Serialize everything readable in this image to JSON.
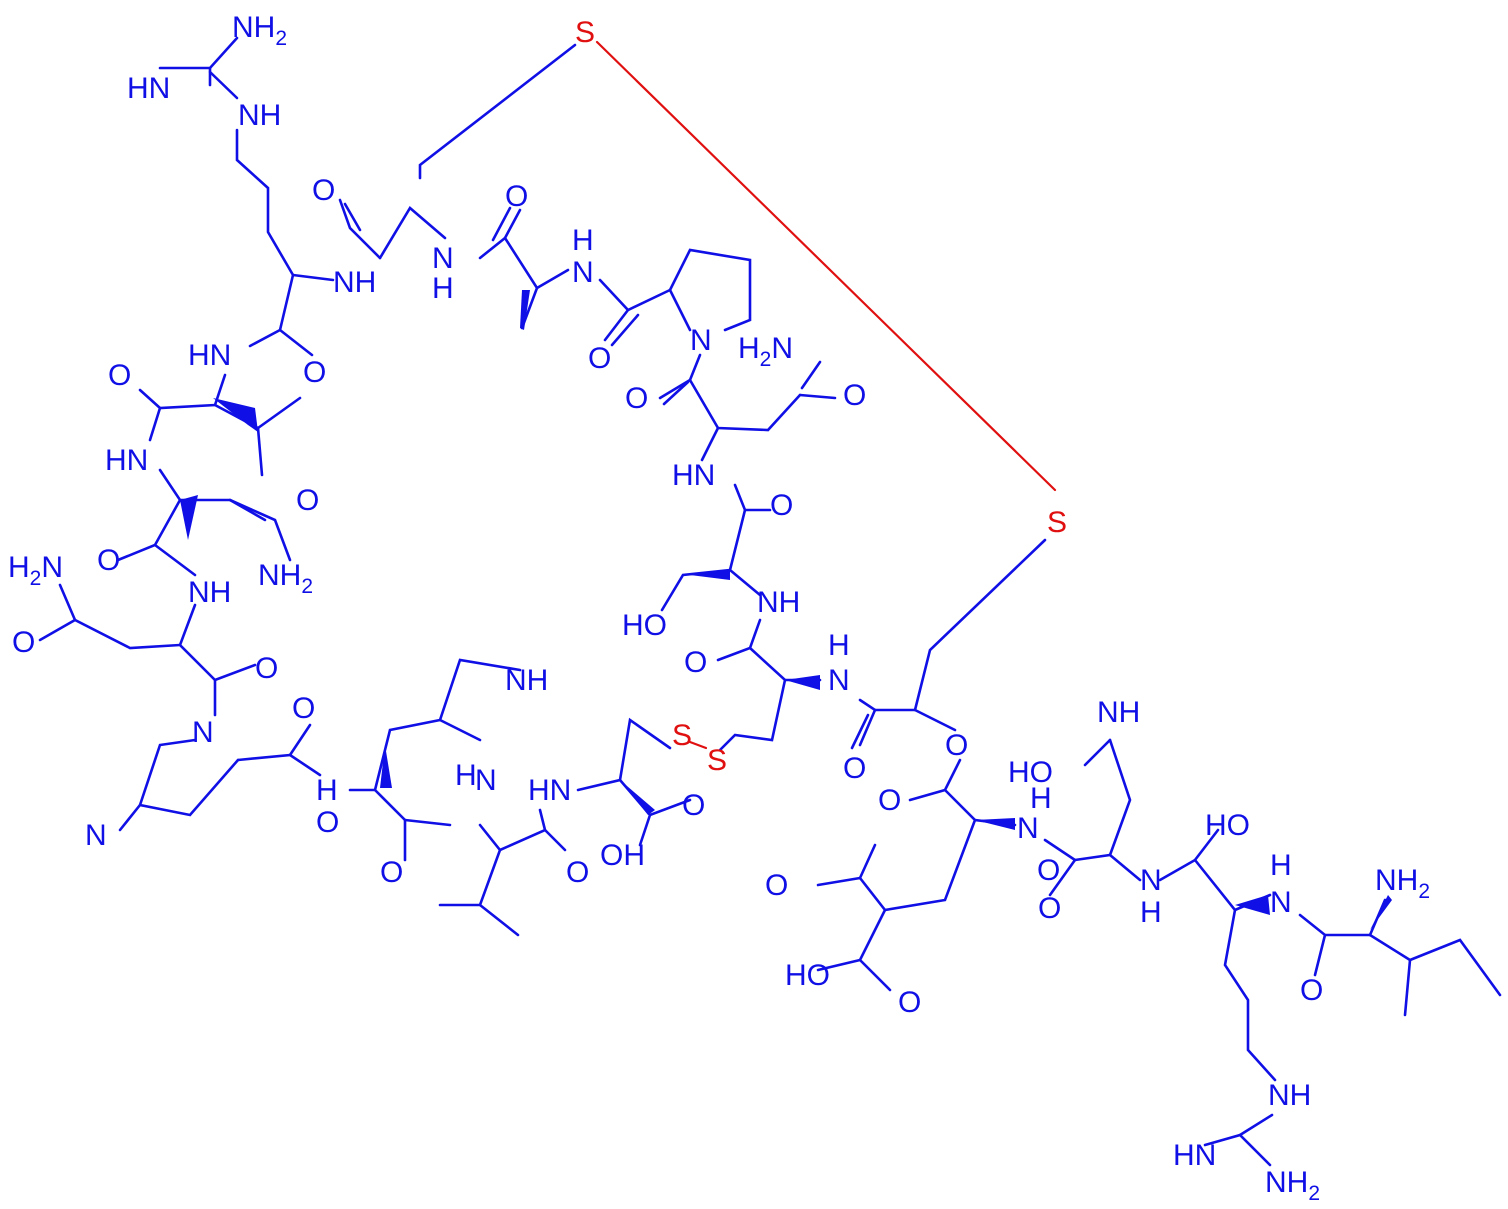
{
  "diagram": {
    "type": "chemical-structure",
    "colors": {
      "atoms_bonds": "#1010e6",
      "sulfur": "#e01010",
      "background": "#ffffff"
    },
    "labels": [
      {
        "id": "s_top",
        "text": "S",
        "color": "sulfur"
      },
      {
        "id": "s_right",
        "text": "S",
        "color": "sulfur"
      },
      {
        "id": "s_ss1",
        "text": "S",
        "color": "sulfur"
      },
      {
        "id": "s_ss2",
        "text": "S",
        "color": "sulfur"
      },
      {
        "id": "nh2_argtop",
        "text": "NH",
        "sub": "2"
      },
      {
        "id": "hn_argtop",
        "text": "HN"
      },
      {
        "id": "nh_argtop",
        "text": "NH"
      },
      {
        "id": "o_cys_top",
        "text": "O"
      },
      {
        "id": "nh_arg_r",
        "text": "NH"
      },
      {
        "id": "n_ala_top",
        "text": "N"
      },
      {
        "id": "h_ala_top",
        "text": "H"
      },
      {
        "id": "o_ala",
        "text": "O"
      },
      {
        "id": "h_ala_n",
        "text": "H"
      },
      {
        "id": "n_ala_n",
        "text": "N"
      },
      {
        "id": "hn_val",
        "text": "HN"
      },
      {
        "id": "o_arg",
        "text": "O"
      },
      {
        "id": "o_pro_c",
        "text": "O"
      },
      {
        "id": "n_pro",
        "text": "N"
      },
      {
        "id": "h2n_asn_r",
        "text": "H",
        "sub": "2",
        "after": "N"
      },
      {
        "id": "o_val",
        "text": "O"
      },
      {
        "id": "o_asn_r_co",
        "text": "O"
      },
      {
        "id": "o_asn_r_side",
        "text": "O"
      },
      {
        "id": "hn_asn_l",
        "text": "HN"
      },
      {
        "id": "o_asn_l_side",
        "text": "O"
      },
      {
        "id": "hn_asn_r",
        "text": "HN"
      },
      {
        "id": "o_ser_co",
        "text": "O"
      },
      {
        "id": "h2n_gln",
        "text": "H",
        "sub": "2",
        "after": "N"
      },
      {
        "id": "o_asn_l_co",
        "text": "O"
      },
      {
        "id": "nh2_asn_l",
        "text": "NH",
        "sub": "2"
      },
      {
        "id": "nh_asn",
        "text": "NH"
      },
      {
        "id": "o_gln_side",
        "text": "O"
      },
      {
        "id": "ho_ser",
        "text": "HO"
      },
      {
        "id": "nh_ser",
        "text": "NH"
      },
      {
        "id": "o_hyp_co",
        "text": "O"
      },
      {
        "id": "o_cys2_co",
        "text": "O"
      },
      {
        "id": "h_cys2",
        "text": "H"
      },
      {
        "id": "n_cys2",
        "text": "N"
      },
      {
        "id": "s_right_lbl",
        "text": "S"
      },
      {
        "id": "o_his_link",
        "text": "O"
      },
      {
        "id": "nh_his_ring",
        "text": "NH"
      },
      {
        "id": "n_hyp",
        "text": "N"
      },
      {
        "id": "o_cys3_co",
        "text": "O"
      },
      {
        "id": "nh_cys3",
        "text": "NH"
      },
      {
        "id": "o_asp_side",
        "text": "O"
      },
      {
        "id": "n_his_ring",
        "text": "N"
      },
      {
        "id": "h_his",
        "text": "H"
      },
      {
        "id": "hn_cys_free",
        "text": "HN"
      },
      {
        "id": "ho_asp",
        "text": "HO"
      },
      {
        "id": "o_cys3_b",
        "text": "O"
      },
      {
        "id": "h_glu",
        "text": "H"
      },
      {
        "id": "n_glu",
        "text": "N"
      },
      {
        "id": "ho_hyp",
        "text": "HO"
      },
      {
        "id": "nh_hyp",
        "text": "N"
      },
      {
        "id": "h_hyp",
        "text": "H"
      },
      {
        "id": "o_cys_free",
        "text": "O"
      },
      {
        "id": "o_gla_top",
        "text": "O"
      },
      {
        "id": "o_his_co",
        "text": "O"
      },
      {
        "id": "o_val_co",
        "text": "O"
      },
      {
        "id": "oh_cys_free",
        "text": "OH"
      },
      {
        "id": "o_glu_co",
        "text": "O"
      },
      {
        "id": "nh_asp",
        "text": "N"
      },
      {
        "id": "h_asp",
        "text": "H"
      },
      {
        "id": "o_asp_co",
        "text": "O"
      },
      {
        "id": "h_arg2",
        "text": "H"
      },
      {
        "id": "n_arg2",
        "text": "N"
      },
      {
        "id": "nh2_ile",
        "text": "NH",
        "sub": "2"
      },
      {
        "id": "ho_gla1",
        "text": "HO"
      },
      {
        "id": "o_arg2_co",
        "text": "O"
      },
      {
        "id": "o_ile_co",
        "text": "O"
      },
      {
        "id": "ho_gla2",
        "text": "HO"
      },
      {
        "id": "o_gla_bot",
        "text": "O"
      },
      {
        "id": "nh_arg2_g",
        "text": "NH"
      },
      {
        "id": "hn_arg2_g",
        "text": "HN"
      },
      {
        "id": "nh2_arg2_g",
        "text": "NH",
        "sub": "2"
      }
    ]
  }
}
